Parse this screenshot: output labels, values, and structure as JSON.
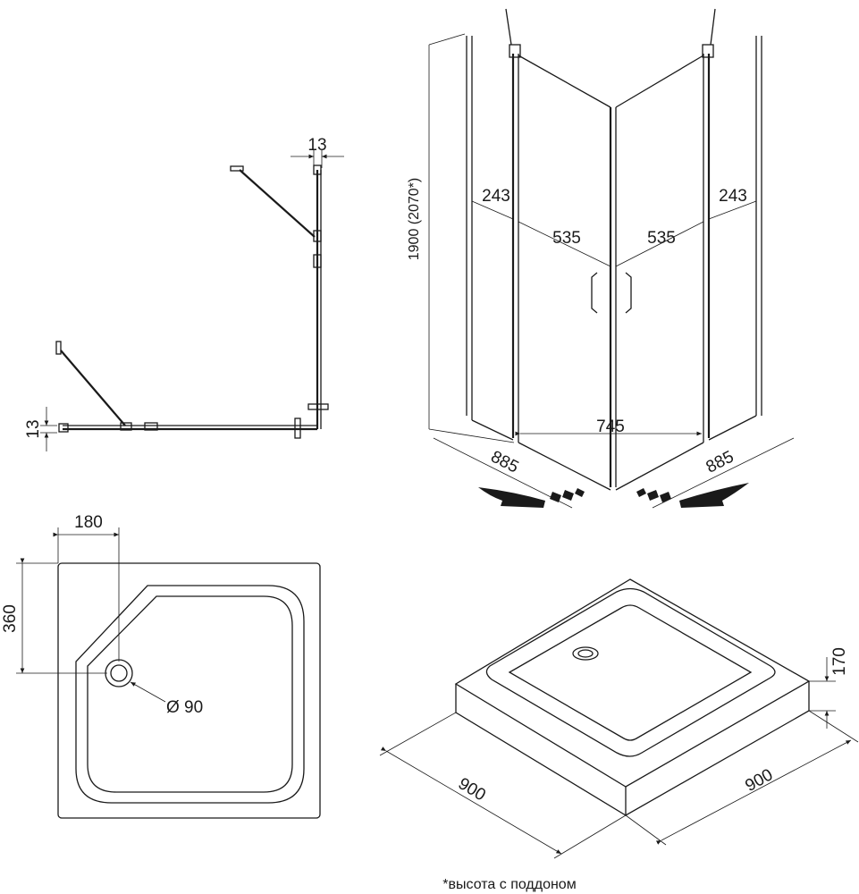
{
  "plan_view": {
    "dim_top": "13",
    "dim_left": "13"
  },
  "enclosure": {
    "height": "1900 (2070*)",
    "side_panel_left": "243",
    "door_left": "535",
    "door_right": "535",
    "side_panel_right": "243",
    "entrance": "745",
    "depth_left": "885",
    "depth_right": "885"
  },
  "tray_plan": {
    "offset_x": "180",
    "offset_y": "360",
    "drain_diameter": "Ø 90"
  },
  "tray_3d": {
    "height": "170",
    "width_left": "900",
    "width_right": "900"
  },
  "footnote": "*высота с поддоном",
  "colors": {
    "line": "#1a1a1a",
    "background": "#ffffff"
  }
}
